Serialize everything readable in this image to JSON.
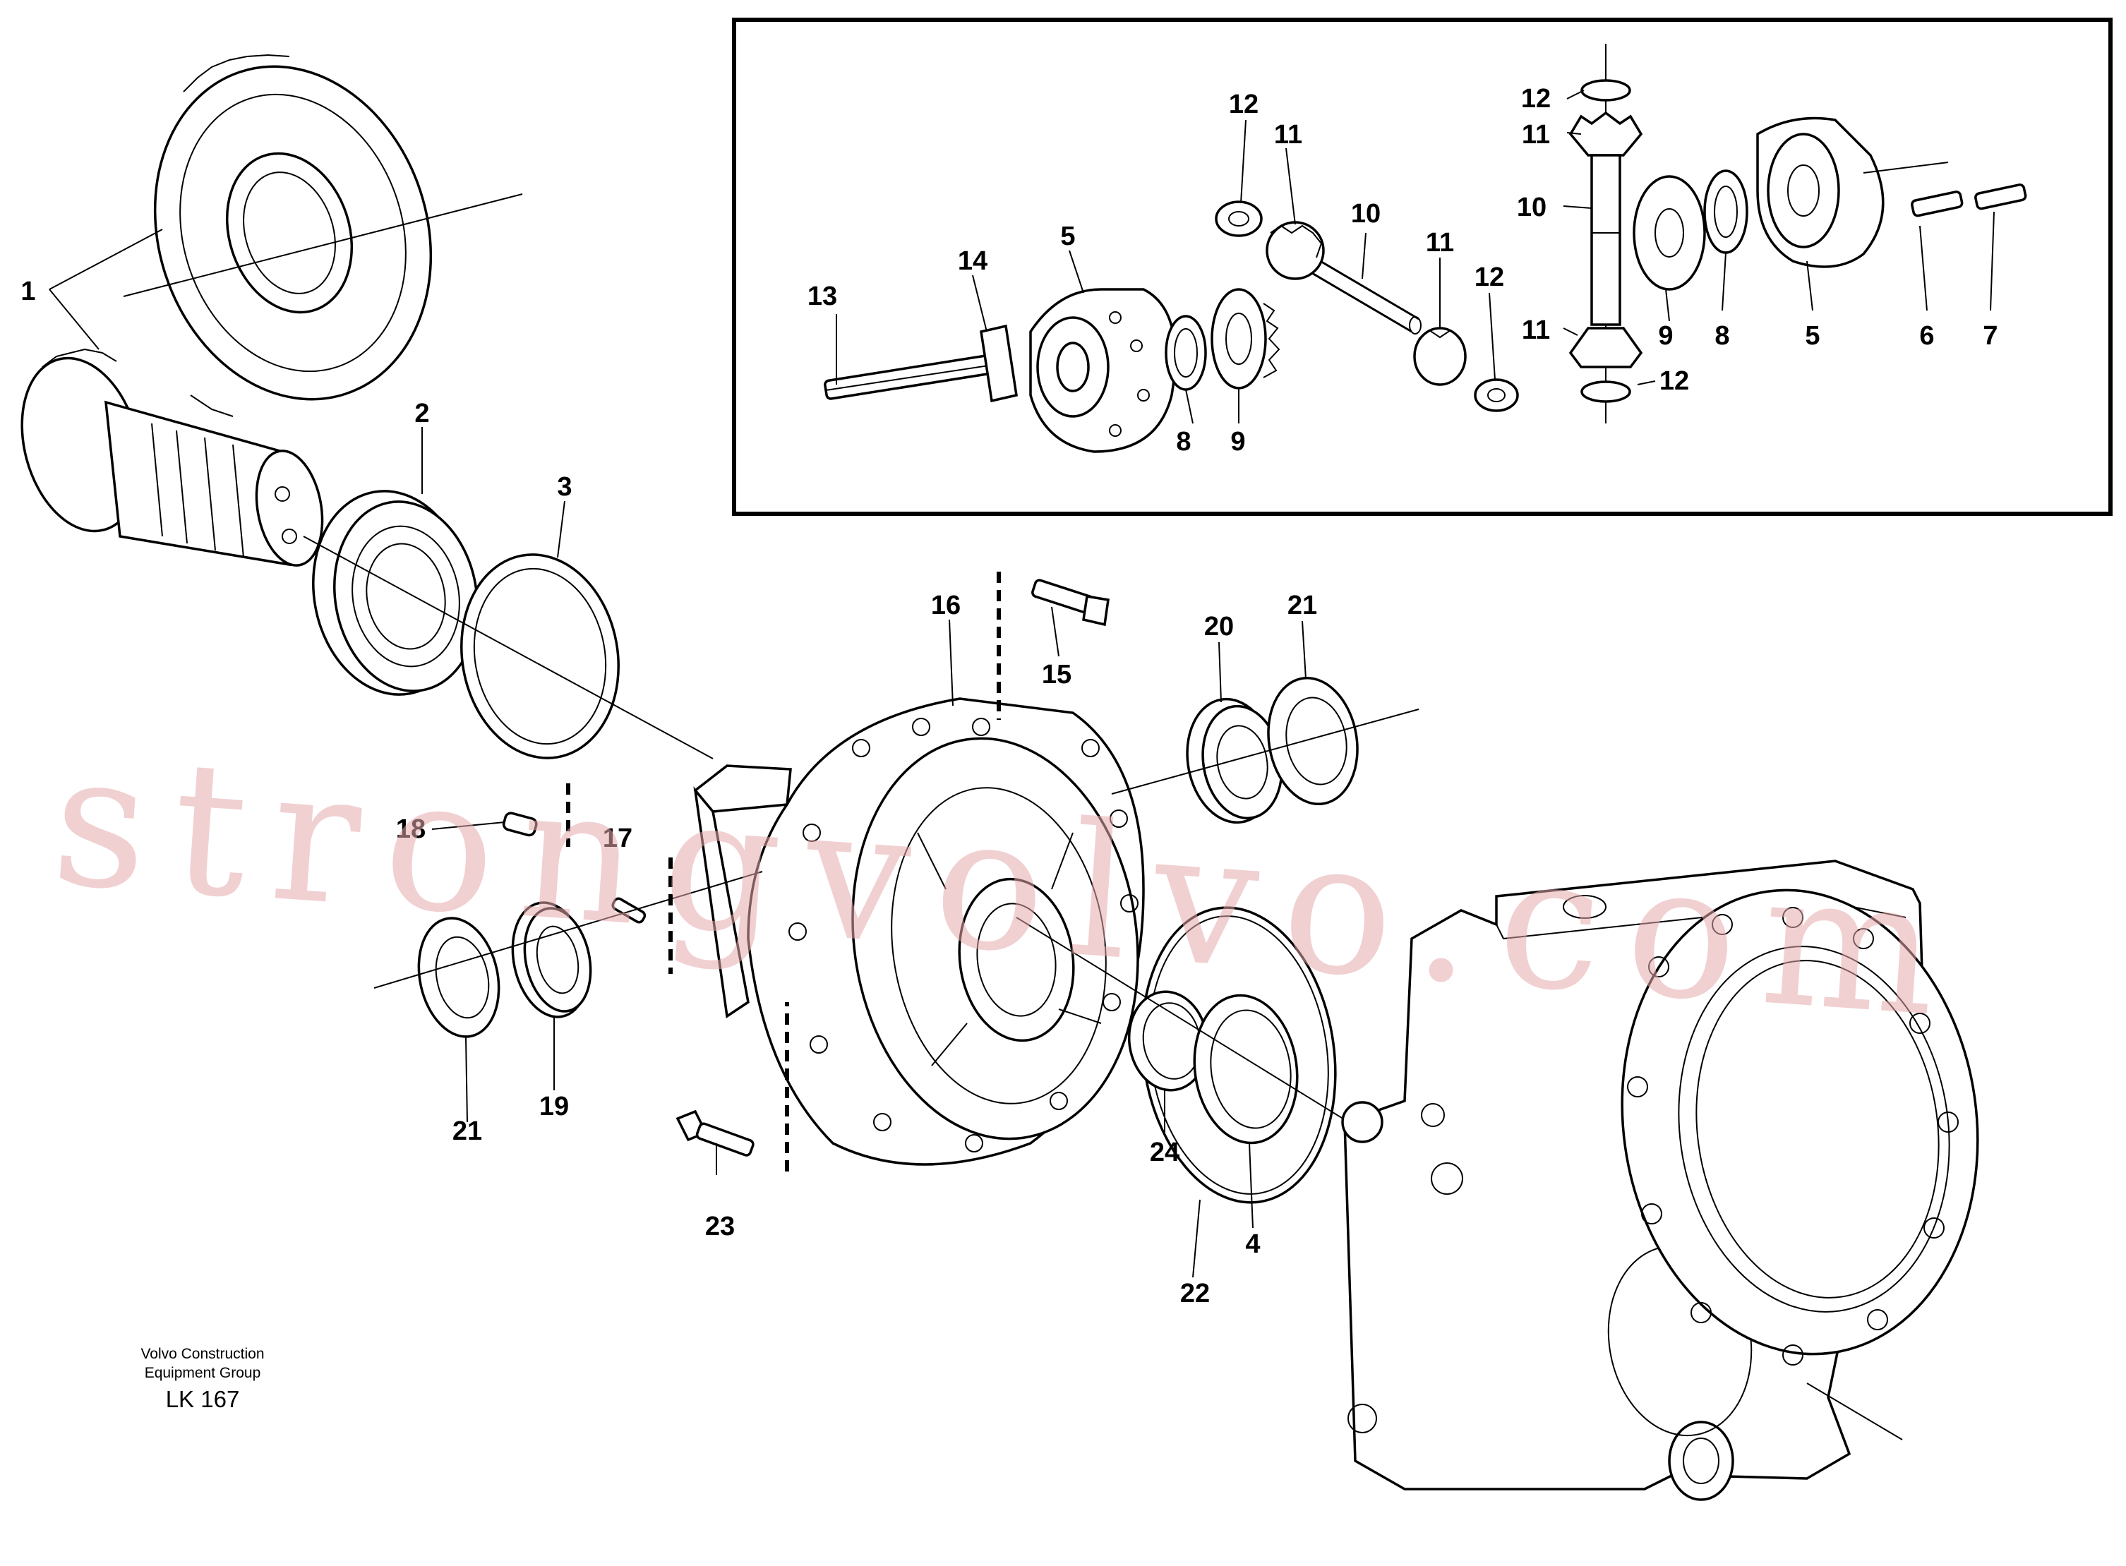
{
  "caption": {
    "line1": "Volvo Construction",
    "line2": "Equipment Group",
    "code": "LK 167"
  },
  "watermark": "strongvolvo.com",
  "labels": {
    "l1": "1",
    "l2": "2",
    "l3": "3",
    "l4": "4",
    "l15": "15",
    "l16": "16",
    "l17": "17",
    "l18": "18",
    "l19": "19",
    "l20": "20",
    "l21a": "21",
    "l21b": "21",
    "l22": "22",
    "l23": "23",
    "l24": "24",
    "i5a": "5",
    "i5b": "5",
    "i6": "6",
    "i7": "7",
    "i8a": "8",
    "i8b": "8",
    "i9a": "9",
    "i9b": "9",
    "i10a": "10",
    "i10b": "10",
    "i11a": "11",
    "i11b": "11",
    "i11c": "11",
    "i11d": "11",
    "i12a": "12",
    "i12b": "12",
    "i12c": "12",
    "i12d": "12",
    "i13": "13",
    "i14": "14"
  }
}
